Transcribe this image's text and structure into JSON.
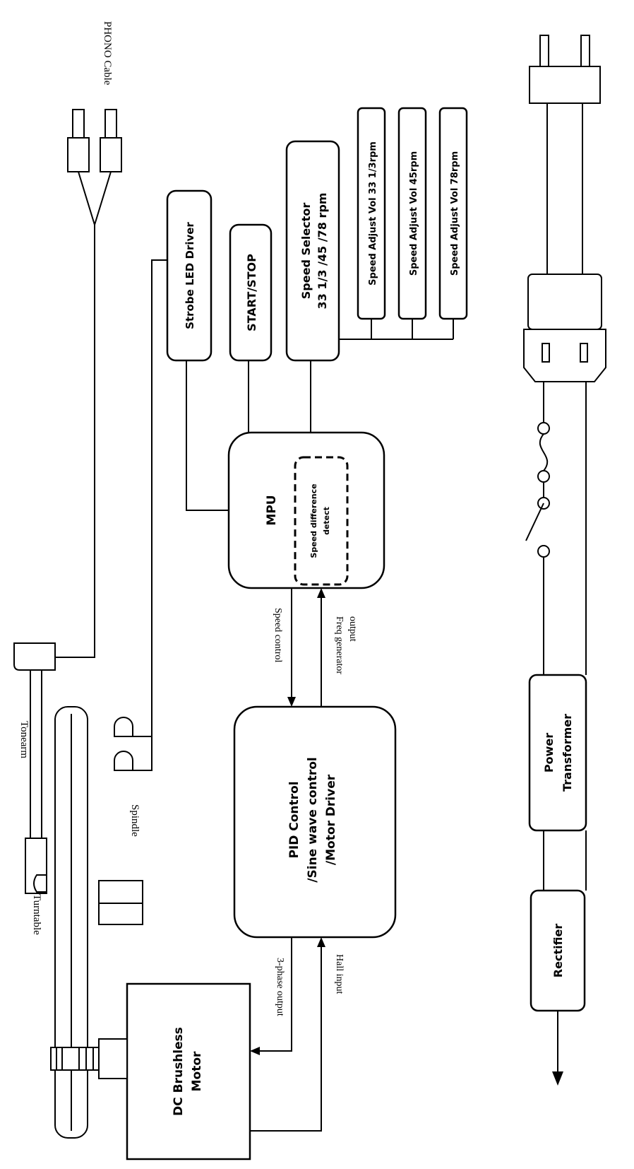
{
  "blocks": {
    "strobe_led_driver": "Strobe LED Driver",
    "start_stop": "START/STOP",
    "speed_selector_line1": "Speed Selector",
    "speed_selector_line2": "33 1/3 /45 /78 rpm",
    "speed_adjust_33": "Speed Adjust Vol 33 1/3rpm",
    "speed_adjust_45": "Speed Adjust Vol  45rpm",
    "speed_adjust_78": "Speed Adjust Vol  78rpm",
    "mpu": "MPU",
    "speed_diff_line1": "Speed difference",
    "speed_diff_line2": "detect",
    "pid_line1": "PID Control",
    "pid_line2": "/Sine wave control",
    "pid_line3": "/Motor Driver",
    "dc_motor_line1": "DC Brushless",
    "dc_motor_line2": "Motor",
    "power_transformer_line1": "Power",
    "power_transformer_line2": "Transformer",
    "rectifier": "Rectifier"
  },
  "labels": {
    "phono_cable": "PHONO Cable",
    "tonearm": "Tonearm",
    "spindle": "Spindle",
    "turntable": "Turntable",
    "speed_control": "Speed control",
    "freq_gen_line1": "Freq generator",
    "freq_gen_line2": "output",
    "three_phase": "3-phase output",
    "hall_input": "Hall input"
  }
}
